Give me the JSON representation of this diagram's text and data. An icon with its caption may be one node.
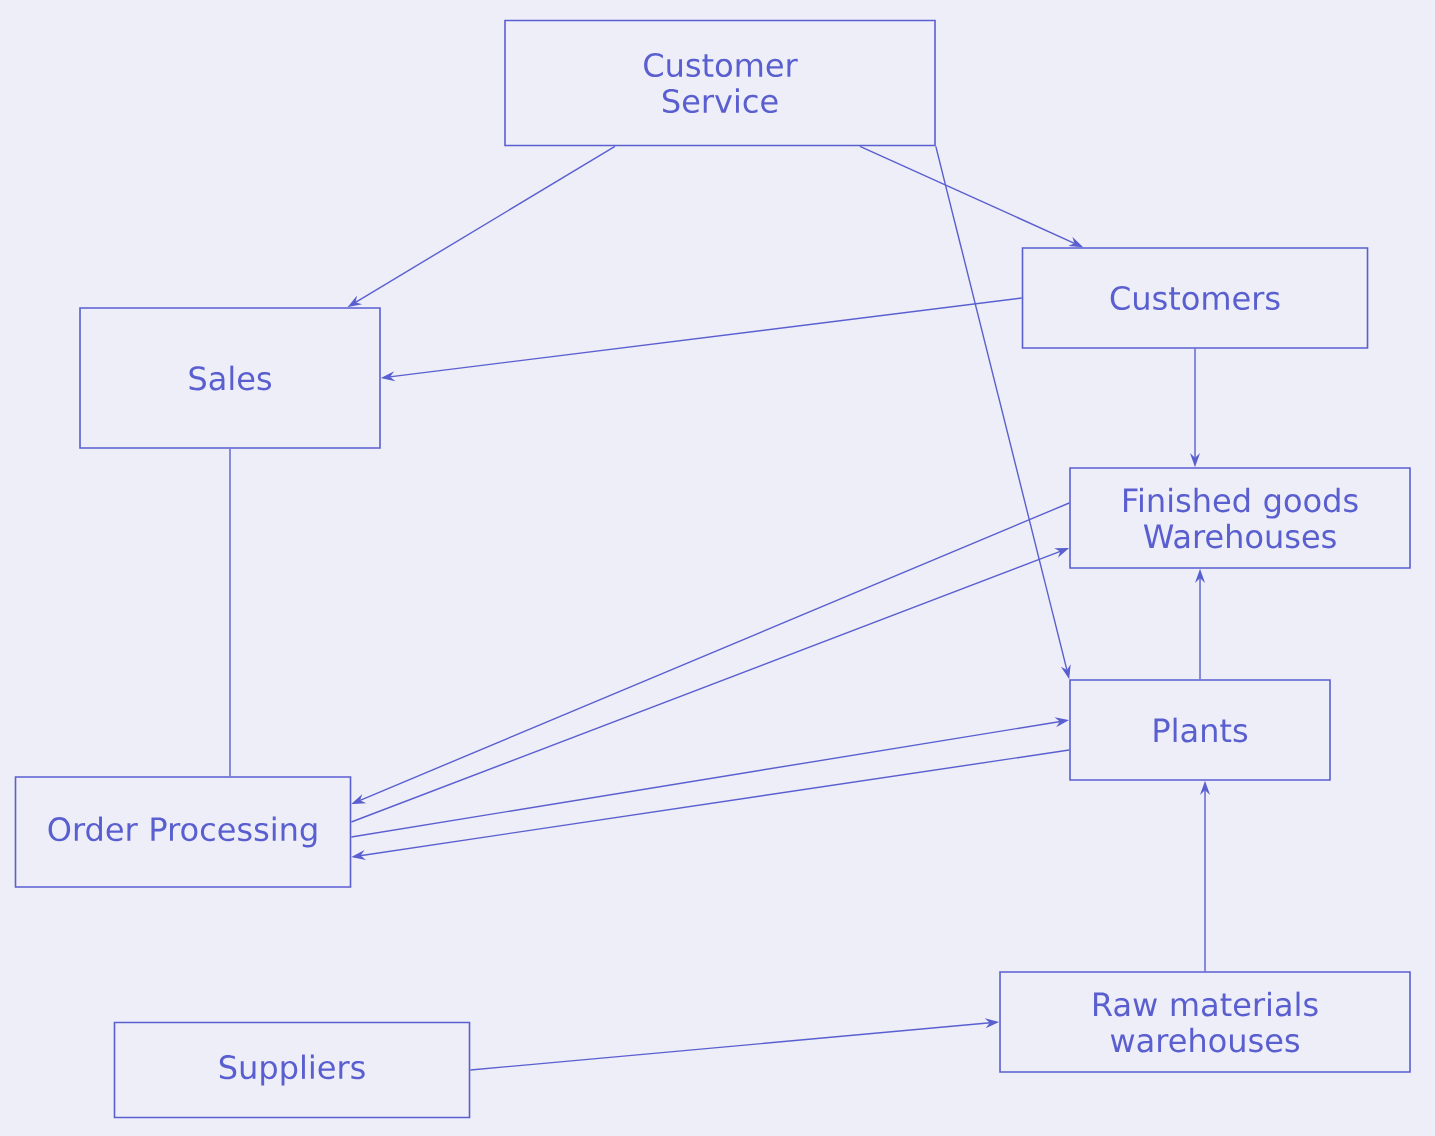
{
  "diagram": {
    "nodes": [
      {
        "text": [
          "Customer Service"
        ]
      },
      {
        "text": [
          "Sales"
        ]
      },
      {
        "text": [
          "Customers"
        ]
      },
      {
        "text": [
          "Finished goods Warehouses"
        ]
      },
      {
        "text": [
          "Plants"
        ]
      },
      {
        "text": [
          "Order Processing"
        ]
      },
      {
        "text": [
          "Suppliers"
        ]
      },
      {
        "text": [
          "Raw materials warehouses"
        ]
      }
    ],
    "edges": [
      {
        "from": 0,
        "to": 1,
        "arrow": "to"
      },
      {
        "from": 0,
        "to": 2,
        "arrow": "to"
      },
      {
        "from": 0,
        "to": 4,
        "arrow": "to"
      },
      {
        "from": 2,
        "to": 1,
        "arrow": "to"
      },
      {
        "from": 2,
        "to": 3,
        "arrow": "to"
      },
      {
        "from": 1,
        "to": 5,
        "arrow": "none"
      },
      {
        "from": 3,
        "to": 5,
        "arrow": "to"
      },
      {
        "from": 5,
        "to": 3,
        "arrow": "to"
      },
      {
        "from": 5,
        "to": 4,
        "arrow": "to"
      },
      {
        "from": 4,
        "to": 5,
        "arrow": "to"
      },
      {
        "from": 4,
        "to": 3,
        "arrow": "to"
      },
      {
        "from": 7,
        "to": 4,
        "arrow": "to"
      },
      {
        "from": 6,
        "to": 7,
        "arrow": "to"
      }
    ]
  }
}
